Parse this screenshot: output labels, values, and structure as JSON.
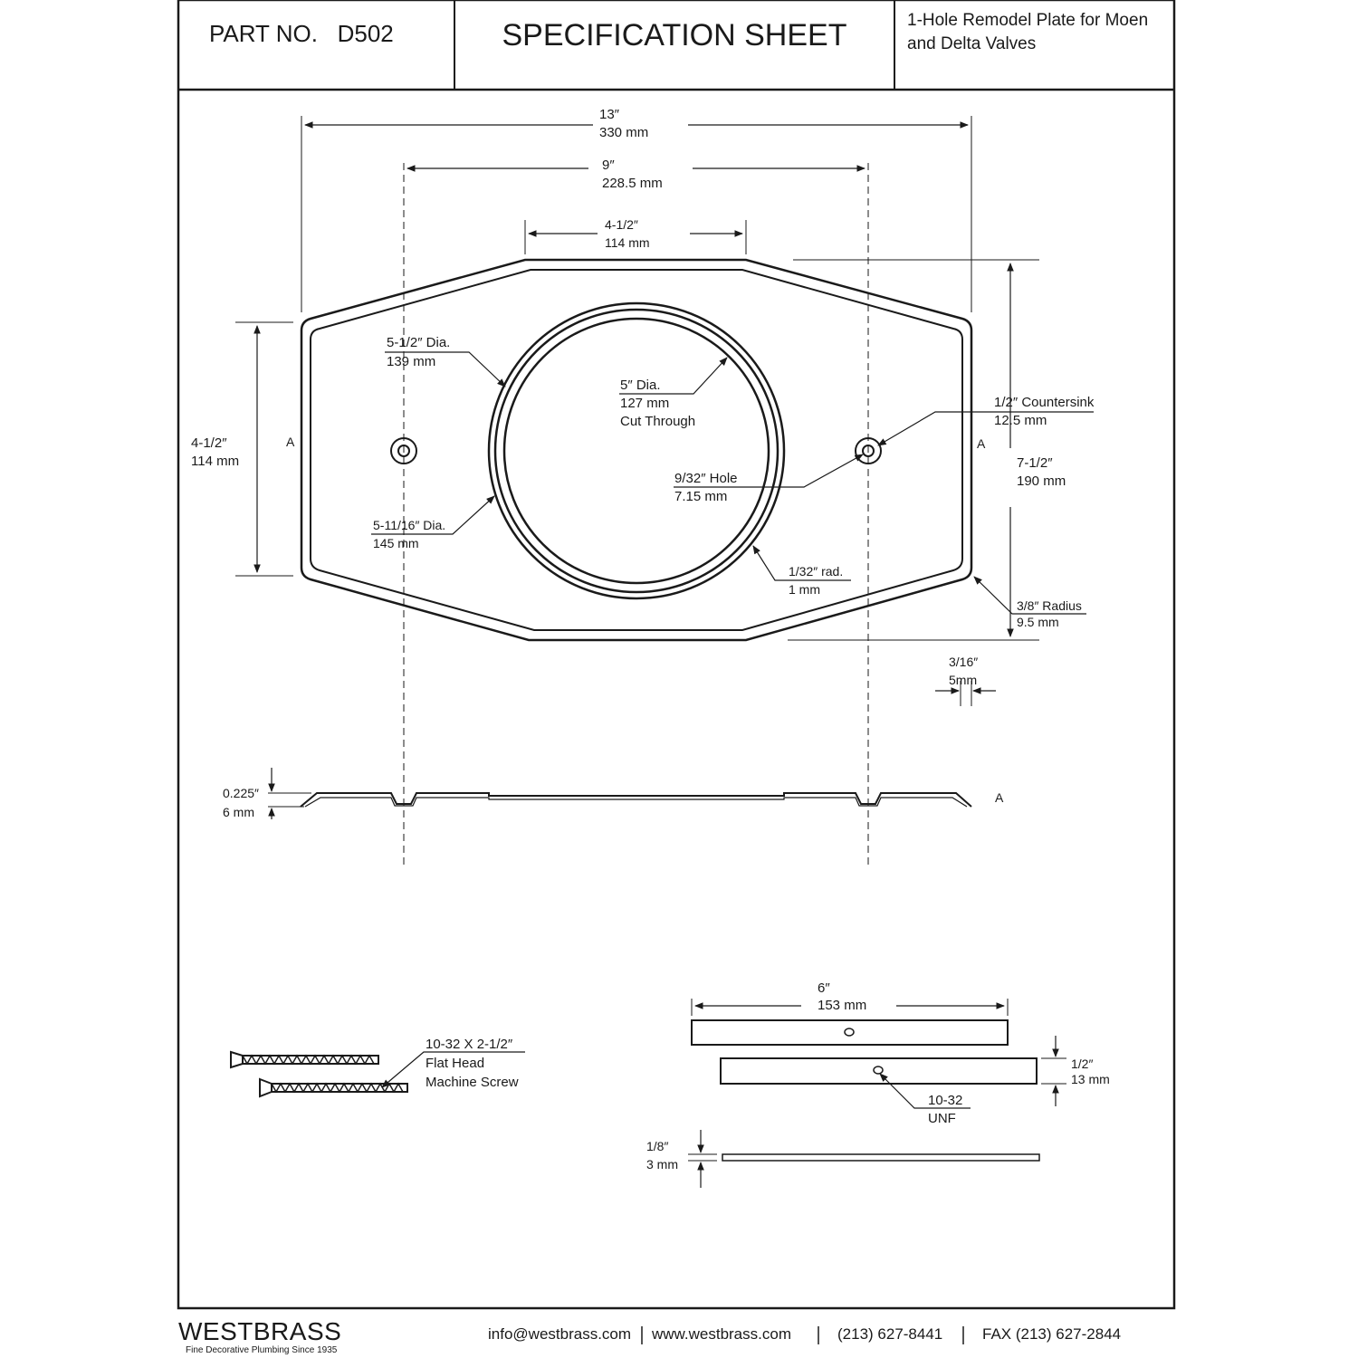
{
  "header": {
    "part_no_label": "PART NO.",
    "part_no_value": "D502",
    "sheet_title": "SPECIFICATION SHEET",
    "description_line1": "1-Hole Remodel Plate for Moen",
    "description_line2": "and Delta Valves"
  },
  "dimensions": {
    "overall_width_in": "13″",
    "overall_width_mm": "330 mm",
    "hole_spacing_in": "9″",
    "hole_spacing_mm": "228.5 mm",
    "top_flat_in": "4-1/2″",
    "top_flat_mm": "114 mm",
    "side_height_in": "4-1/2″",
    "side_height_mm": "114 mm",
    "overall_height_in": "7-1/2″",
    "overall_height_mm": "190 mm",
    "outer_dia_in": "5-1/2″ Dia.",
    "outer_dia_mm": "139 mm",
    "cut_dia_in": "5″ Dia.",
    "cut_dia_mm": "127 mm",
    "cut_through": "Cut Through",
    "emboss_dia_in": "5-11/16″ Dia.",
    "emboss_dia_mm": "145 mm",
    "countersink_in": "1/2″ Countersink",
    "countersink_mm": "12.5 mm",
    "hole_in": "9/32″ Hole",
    "hole_mm": "7.15 mm",
    "rad_in": "1/32″ rad.",
    "rad_mm": "1 mm",
    "corner_radius_in": "3/8″ Radius",
    "corner_radius_mm": "9.5 mm",
    "flange_in": "3/16″",
    "flange_mm": "5mm",
    "section_marker": "A",
    "profile_height_in": "0.225″",
    "profile_height_mm": "6 mm"
  },
  "screw": {
    "spec": "10-32 X 2-1/2″",
    "line2": "Flat Head",
    "line3": "Machine Screw"
  },
  "bracket": {
    "length_in": "6″",
    "length_mm": "153 mm",
    "height_in": "1/2″",
    "height_mm": "13 mm",
    "thread_line1": "10-32",
    "thread_line2": "UNF",
    "thickness_in": "1/8″",
    "thickness_mm": "3 mm"
  },
  "footer": {
    "brand": "WESTBRASS",
    "tagline": "Fine Decorative Plumbing Since 1935",
    "email": "info@westbrass.com",
    "website": "www.westbrass.com",
    "phone": "(213) 627-8441",
    "fax": "FAX (213) 627-2844"
  }
}
